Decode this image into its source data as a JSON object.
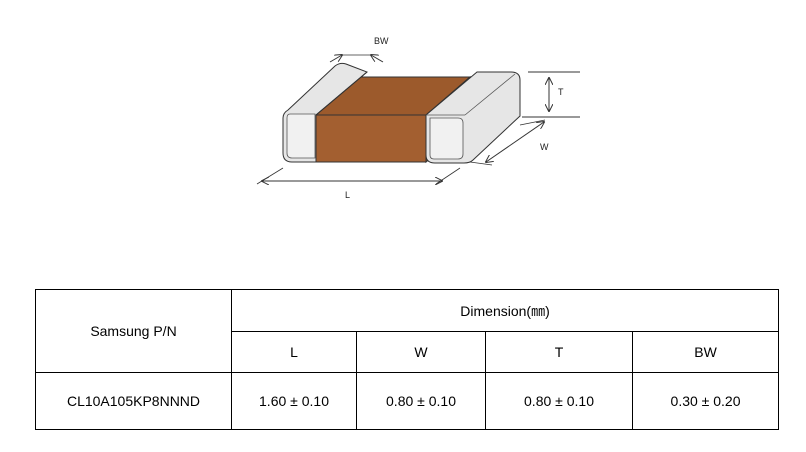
{
  "diagram": {
    "labels": {
      "bw": "BW",
      "t": "T",
      "w": "W",
      "l": "L"
    },
    "colors": {
      "ceramic_body": "#9c5a2c",
      "terminal": "#e6e6e6",
      "outline": "#333333"
    }
  },
  "table": {
    "part_header": "Samsung P/N",
    "dimension_header": "Dimension(㎜)",
    "columns": [
      "L",
      "W",
      "T",
      "BW"
    ],
    "rows": [
      {
        "part_number": "CL10A105KP8NNND",
        "values": [
          "1.60 ± 0.10",
          "0.80 ± 0.10",
          "0.80 ± 0.10",
          "0.30 ± 0.20"
        ]
      }
    ]
  }
}
